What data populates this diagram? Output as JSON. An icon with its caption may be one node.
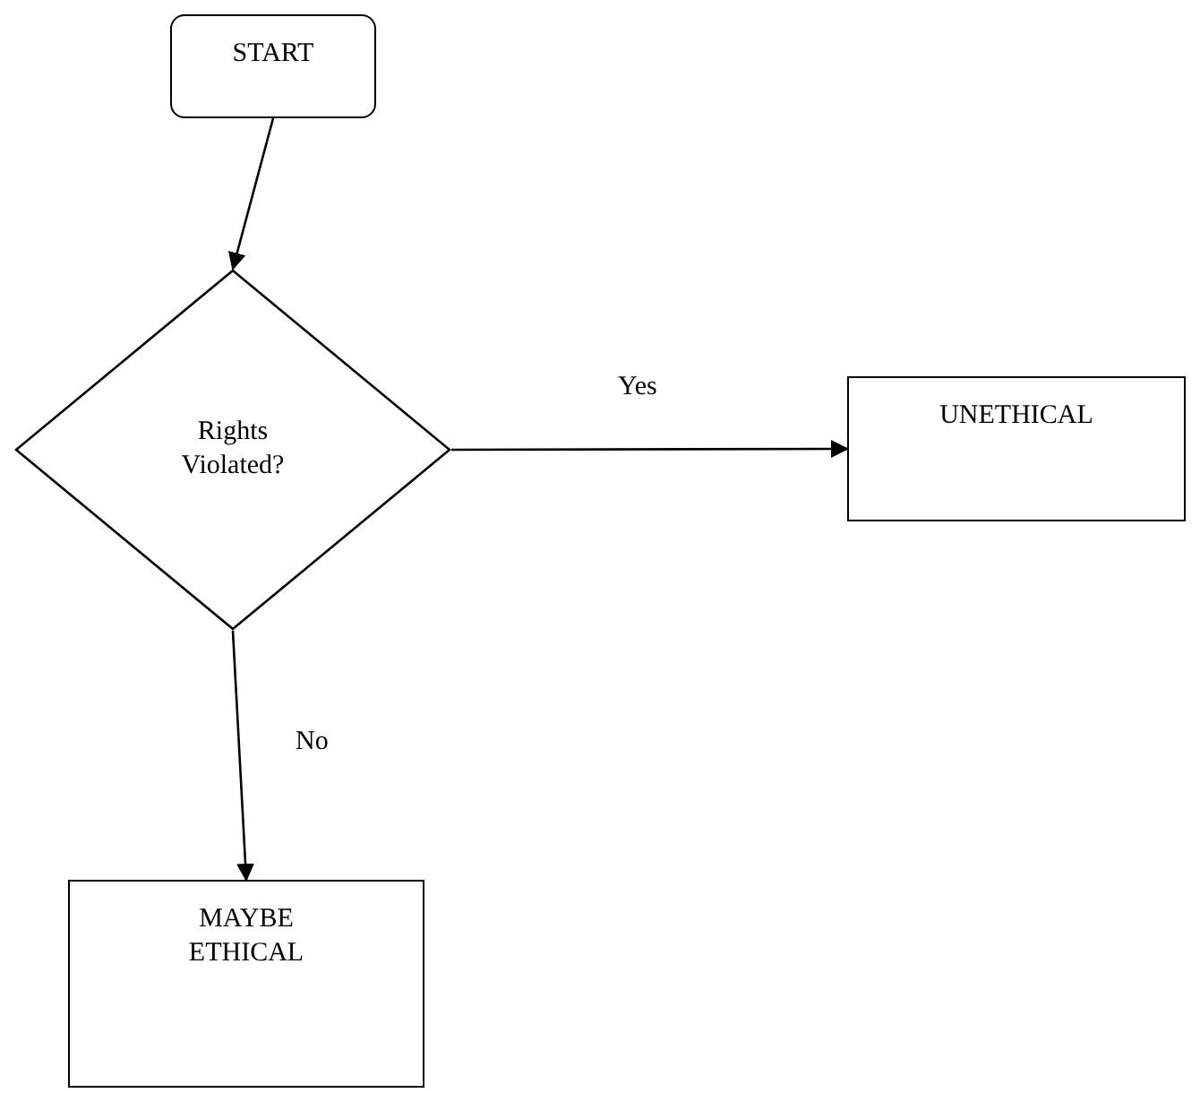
{
  "diagram": {
    "nodes": [
      {
        "text": [
          "START"
        ]
      },
      {
        "text": [
          "Rights Violated?"
        ]
      },
      {
        "text": [
          "UNETHICAL"
        ]
      },
      {
        "text": [
          "MAYBE ETHICAL"
        ]
      }
    ],
    "edges": [
      {
        "from": 0,
        "to": 1,
        "arrow": "to"
      },
      {
        "from": 1,
        "to": 2,
        "arrow": "to",
        "label": "Yes"
      },
      {
        "from": 1,
        "to": 3,
        "arrow": "to",
        "label": "No"
      }
    ]
  }
}
